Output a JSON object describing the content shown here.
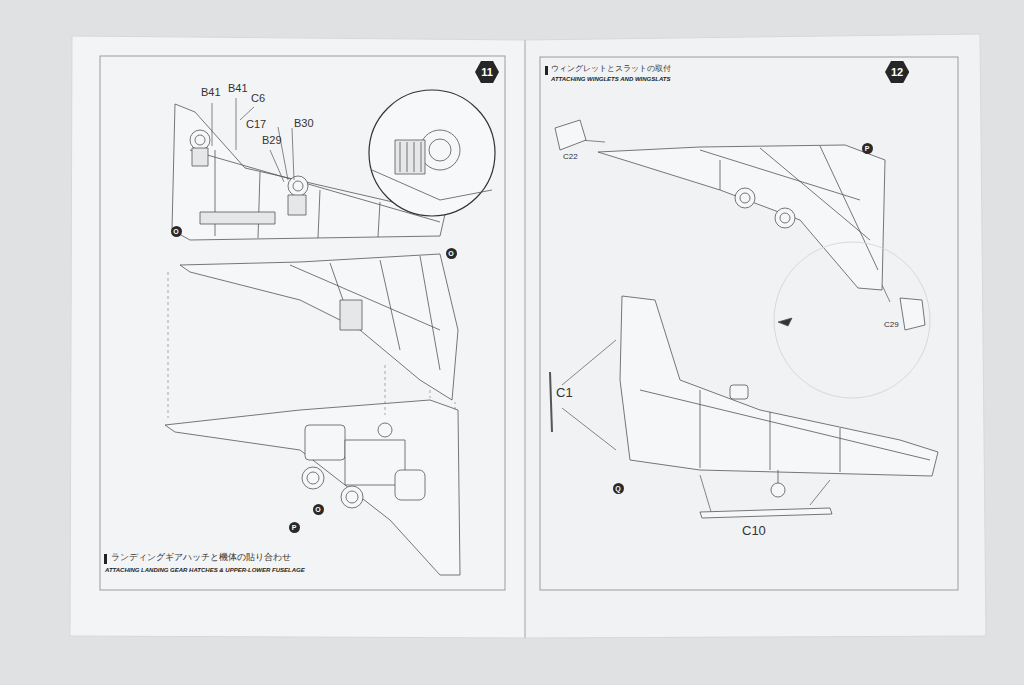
{
  "diagram": {
    "nodes": [
      {
        "text": [
          "11"
        ]
      },
      {
        "text": [
          "O"
        ]
      },
      {
        "text": [
          "O"
        ]
      },
      {
        "text": [
          "O"
        ]
      },
      {
        "text": [
          "P"
        ]
      },
      {
        "text": [
          "12"
        ]
      },
      {
        "text": [
          "P"
        ]
      },
      {
        "text": [
          "Q"
        ]
      }
    ],
    "labels": [
      "B41",
      "B41",
      "C6",
      "C17",
      "B30",
      "B29",
      "C22",
      "C29",
      "C1",
      "C10",
      "ランディングギアハッチと機体の貼り合わせ",
      "ATTACHING LANDING GEAR HATCHES & UPPER-LOWER FUSELAGE",
      "ウィングレットとスラットの取付",
      "ATTACHING WINGLETS AND WINGSLATS"
    ]
  }
}
